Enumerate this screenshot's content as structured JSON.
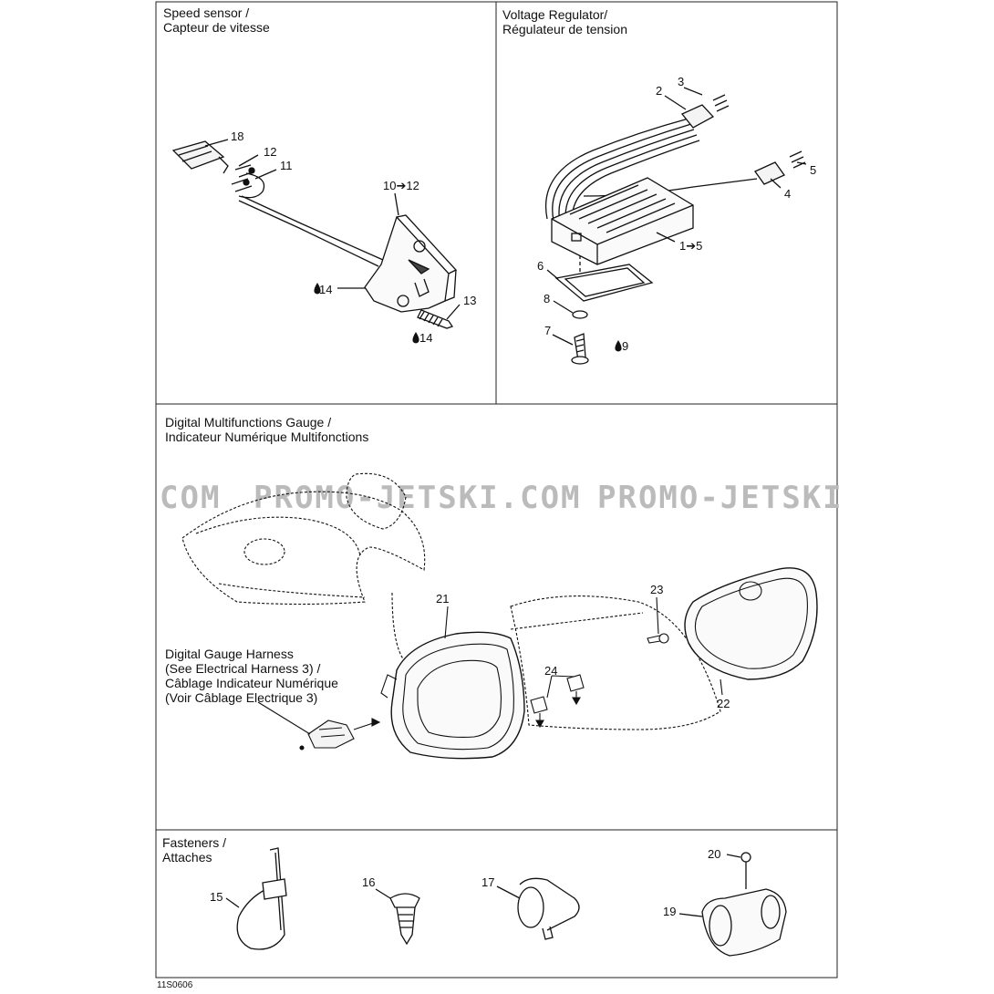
{
  "panels": {
    "speed_sensor": {
      "title_en": "Speed sensor /",
      "title_fr": "Capteur de vitesse"
    },
    "voltage_regulator": {
      "title_en": "Voltage Regulator/",
      "title_fr": "Régulateur de tension"
    },
    "gauge": {
      "title_en": "Digital Multifunctions Gauge /",
      "title_fr": "Indicateur Numérique Multifonctions"
    },
    "fasteners": {
      "title_en": "Fasteners /",
      "title_fr": "Attaches"
    }
  },
  "harness_note": {
    "line1": "Digital Gauge Harness",
    "line2": "(See Electrical Harness 3) /",
    "line3": "Câblage Indicateur Numérique",
    "line4": "(Voir Câblage Electrique 3)"
  },
  "watermark": {
    "left": "COM",
    "middle": "PROMO-JETSKI.COM",
    "right": "PROMO-JETSKI"
  },
  "callouts": {
    "c18": "18",
    "c12": "12",
    "c11": "11",
    "c10_12": "10➔12",
    "c14a": "14",
    "c13": "13",
    "c14b": "14",
    "c3": "3",
    "c2": "2",
    "c5": "5",
    "c4": "4",
    "c1_5": "1➔5",
    "c6": "6",
    "c8": "8",
    "c7": "7",
    "c9": "9",
    "c23": "23",
    "c21": "21",
    "c24": "24",
    "c22": "22",
    "c20": "20",
    "c15": "15",
    "c16": "16",
    "c17": "17",
    "c19": "19"
  },
  "drawing_code": "11S0606"
}
